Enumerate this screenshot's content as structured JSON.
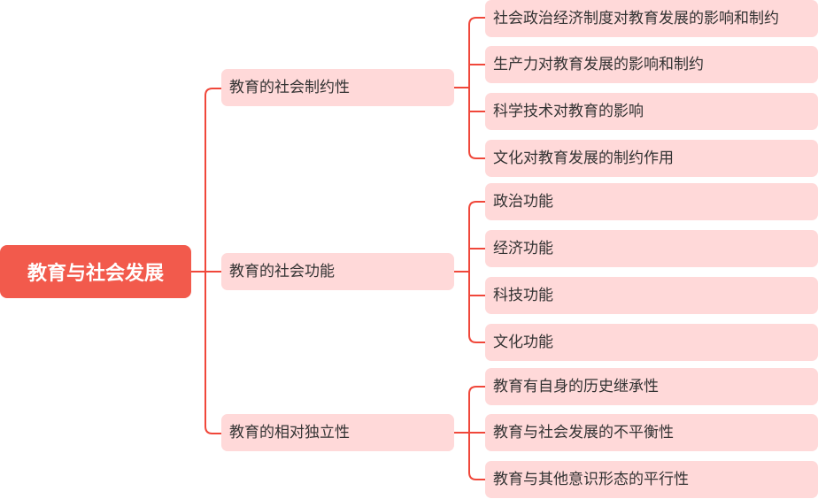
{
  "root": {
    "label": "教育与社会发展"
  },
  "branches": [
    {
      "label": "教育的社会制约性",
      "children": [
        "社会政治经济制度对教育发展的影响和制约",
        "生产力对教育发展的影响和制约",
        "科学技术对教育的影响",
        "文化对教育发展的制约作用"
      ]
    },
    {
      "label": "教育的社会功能",
      "children": [
        "政治功能",
        "经济功能",
        "科技功能",
        "文化功能"
      ]
    },
    {
      "label": "教育的相对独立性",
      "children": [
        "教育有自身的历史继承性",
        "教育与社会发展的不平衡性",
        "教育与其他意识形态的平行性"
      ]
    }
  ],
  "colors": {
    "line": "#f0473a",
    "root_fill": "#f25a4c",
    "node_fill": "#ffd9d9"
  }
}
